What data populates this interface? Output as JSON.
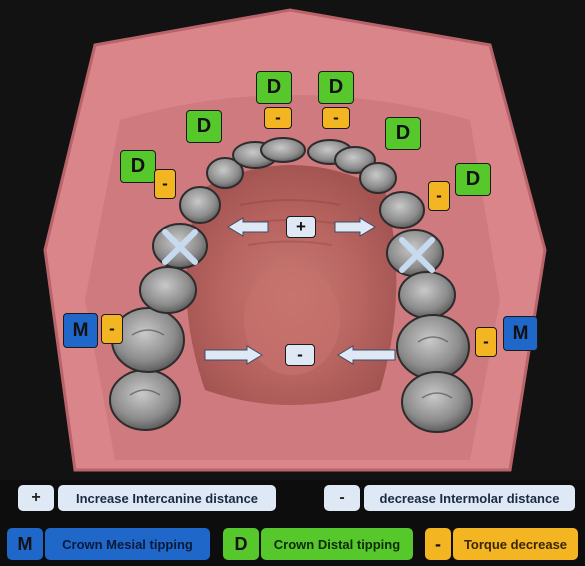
{
  "markers": {
    "distal": "D",
    "torque": "-",
    "mesial": "M",
    "increase": "+",
    "decrease": "-"
  },
  "legend": {
    "increase_symbol": "+",
    "increase_label": "Increase Intercanine distance",
    "decrease_symbol": "-",
    "decrease_label": "decrease Intermolar distance",
    "mesial_symbol": "M",
    "mesial_label": "Crown Mesial tipping",
    "distal_symbol": "D",
    "distal_label": "Crown Distal tipping",
    "torque_symbol": "-",
    "torque_label": "Torque decrease"
  },
  "colors": {
    "mesial": "#1f67c9",
    "distal": "#57c82b",
    "torque": "#f4b522",
    "arrow": "#dfe9f5",
    "gum": "#d9858a",
    "tooth": "#8f8f8f"
  }
}
